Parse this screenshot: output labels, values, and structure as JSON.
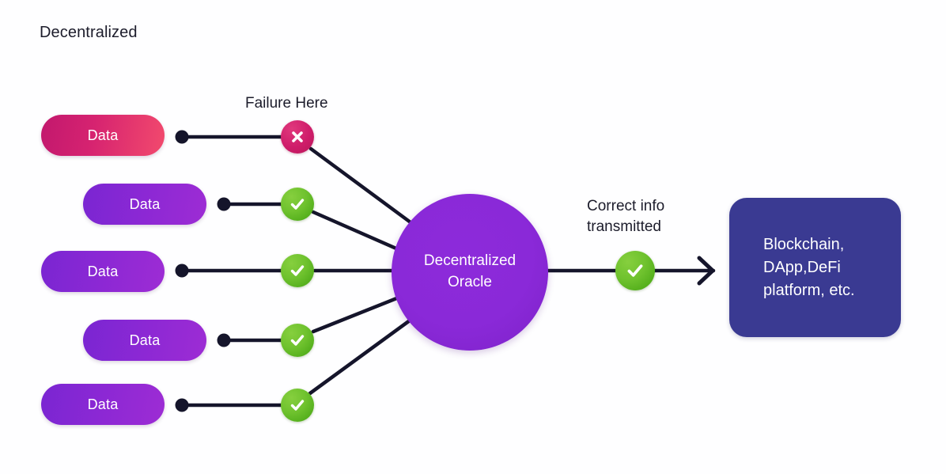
{
  "title": "Decentralized",
  "colors": {
    "background": "#fefeff",
    "text": "#1c1c2b",
    "wire": "#15152b",
    "pill_pink_from": "#c2186e",
    "pill_pink_to": "#f24a6d",
    "pill_purple_from": "#7a26d2",
    "pill_purple_to": "#9d2cd4",
    "badge_green": "#6fc22e",
    "badge_red": "#cf1d6a",
    "oracle": "#8a29d8",
    "endbox": "#3a3a92"
  },
  "sources": [
    {
      "label": "Data",
      "variant": "pink",
      "status": "failure",
      "status_icon": "x-icon"
    },
    {
      "label": "Data",
      "variant": "purple",
      "status": "ok",
      "status_icon": "check-icon"
    },
    {
      "label": "Data",
      "variant": "purple",
      "status": "ok",
      "status_icon": "check-icon"
    },
    {
      "label": "Data",
      "variant": "purple",
      "status": "ok",
      "status_icon": "check-icon"
    },
    {
      "label": "Data",
      "variant": "purple",
      "status": "ok",
      "status_icon": "check-icon"
    }
  ],
  "annotations": {
    "failure": "Failure Here",
    "correct": "Correct info\ntransmitted"
  },
  "oracle": {
    "label": "Decentralized\nOracle"
  },
  "endpoint": {
    "label": "Blockchain,\nDApp,DeFi\nplatform, etc."
  },
  "output": {
    "status_icon": "check-icon",
    "arrow_icon": "arrow-right-icon"
  }
}
